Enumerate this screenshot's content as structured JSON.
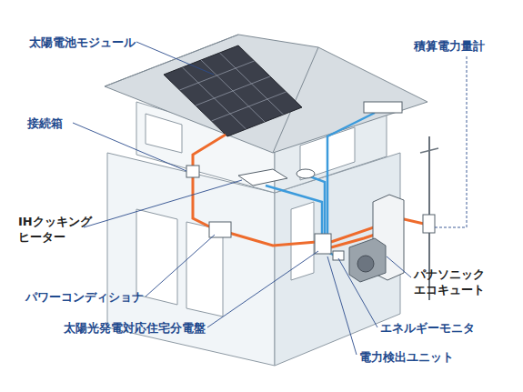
{
  "diagram": {
    "labels": [
      "太陽電池モジュール",
      "積算電力量計",
      "接続箱",
      "IHクッキング ヒーター",
      "パナソニック エコキュート",
      "パワーコンディショナ",
      "エネルギーモニタ",
      "太陽光発電対応住宅分電盤",
      "電力検出ユニット"
    ]
  }
}
